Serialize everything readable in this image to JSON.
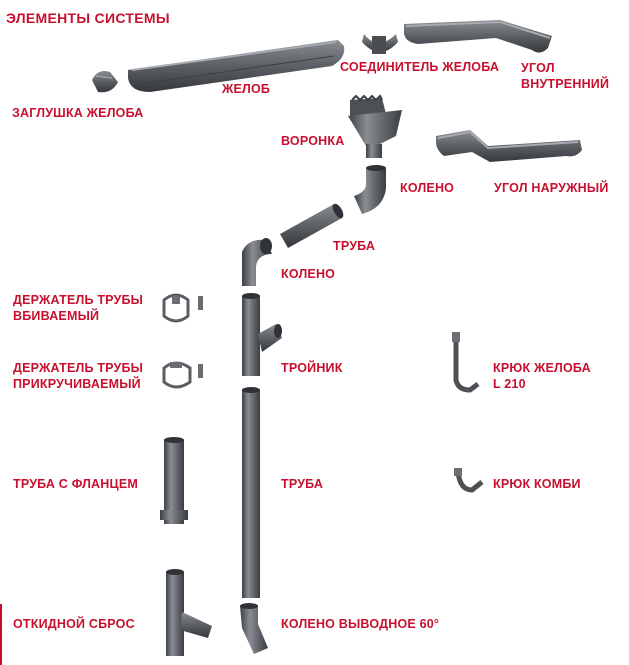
{
  "title": "ЭЛЕМЕНТЫ СИСТЕМЫ",
  "accent_color": "#c8102e",
  "part_color": "#5a5d62",
  "labels": {
    "gutter_cap": "ЗАГЛУШКА ЖЕЛОБА",
    "gutter": "ЖЕЛОБ",
    "gutter_connector": "СОЕДИНИТЕЛЬ ЖЕЛОБА",
    "inner_corner_1": "УГОЛ",
    "inner_corner_2": "ВНУТРЕННИЙ",
    "funnel": "ВОРОНКА",
    "elbow_top": "КОЛЕНО",
    "outer_corner": "УГОЛ НАРУЖНЫЙ",
    "pipe_short": "ТРУБА",
    "elbow_mid": "КОЛЕНО",
    "holder_driven_1": "ДЕРЖАТЕЛЬ ТРУБЫ",
    "holder_driven_2": "ВБИВАЕМЫЙ",
    "holder_screwed_1": "ДЕРЖАТЕЛЬ ТРУБЫ",
    "holder_screwed_2": "ПРИКРУЧИВАЕМЫЙ",
    "tee": "ТРОЙНИК",
    "hook_long_1": "КРЮК ЖЕЛОБА",
    "hook_long_2": "L 210",
    "pipe_flange": "ТРУБА С ФЛАНЦЕМ",
    "pipe_long": "ТРУБА",
    "hook_combi": "КРЮК КОМБИ",
    "flap_outlet": "ОТКИДНОЙ СБРОС",
    "elbow_outlet": "КОЛЕНО ВЫВОДНОЕ 60°"
  }
}
